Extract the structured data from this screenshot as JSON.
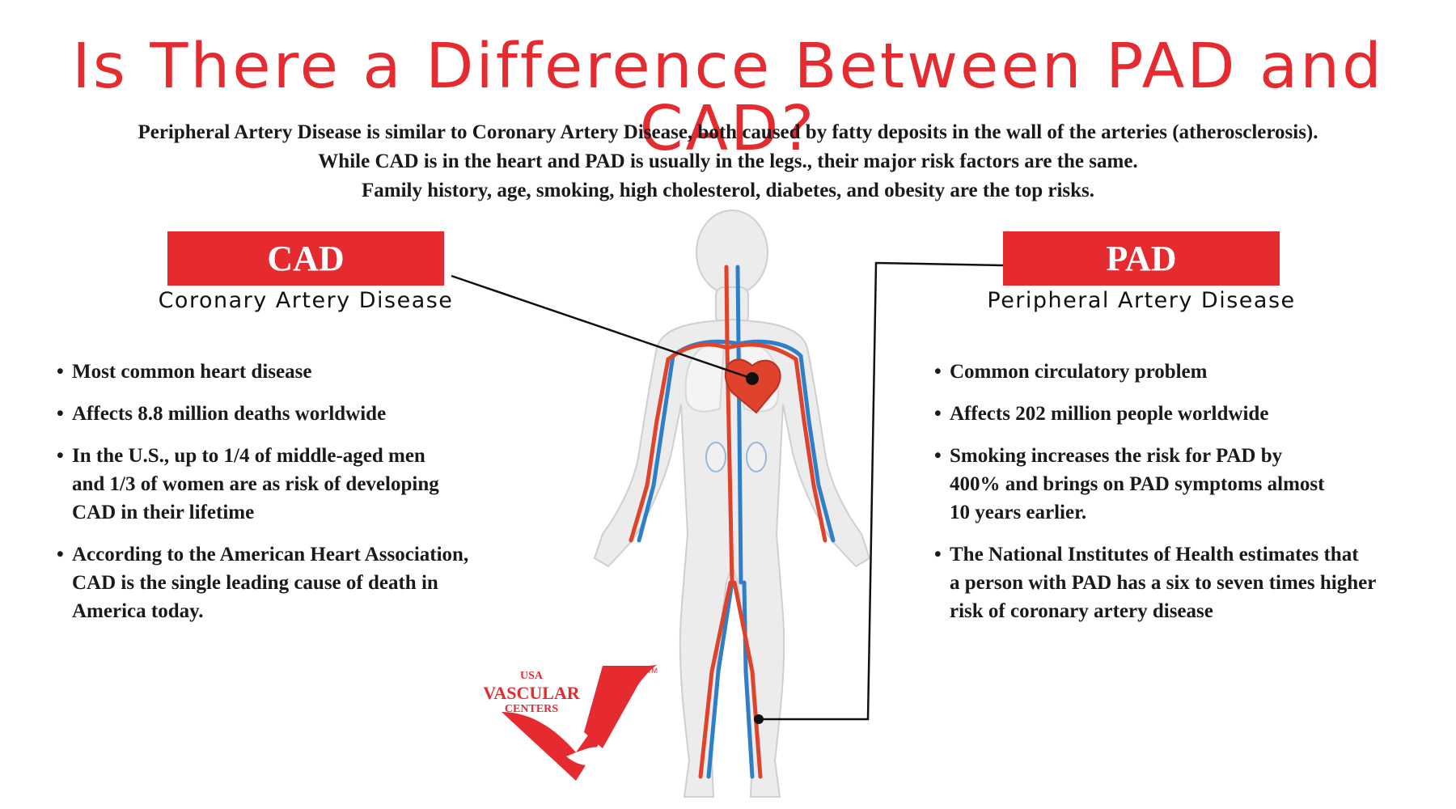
{
  "title": "Is There a Difference Between PAD and CAD?",
  "intro": [
    "Peripheral Artery Disease is similar to Coronary Artery Disease, both caused by fatty deposits in the wall of the arteries (atherosclerosis).",
    "While CAD is in the heart and PAD is usually in the legs., their major risk factors are the same.",
    "Family history, age, smoking, high cholesterol, diabetes, and obesity are the top risks."
  ],
  "cad": {
    "label": "CAD",
    "subtitle": "Coronary Artery Disease",
    "bullets": [
      "Most common heart disease",
      "Affects 8.8 million deaths worldwide",
      "In the U.S., up to 1/4 of middle-aged men\nand 1/3 of women are as risk of developing\nCAD in their lifetime",
      "According to the American Heart Association,\nCAD is the single leading cause of death in\nAmerica today."
    ]
  },
  "pad": {
    "label": "PAD",
    "subtitle": "Peripheral Artery Disease",
    "bullets": [
      "Common circulatory problem",
      "Affects 202 million people worldwide",
      "Smoking increases the risk for PAD by\n400% and brings on PAD symptoms almost\n10 years earlier.",
      "The National Institutes of Health estimates that\na person with PAD has a six to seven times higher\nrisk of coronary artery disease"
    ]
  },
  "logo": {
    "line1": "USA",
    "line2": "VASCULAR",
    "line3": "CENTERS",
    "tm": "TM"
  },
  "colors": {
    "accent": "#e52a30",
    "artery": "#e0432b",
    "vein": "#2f7fc8",
    "body": "#ececec"
  }
}
